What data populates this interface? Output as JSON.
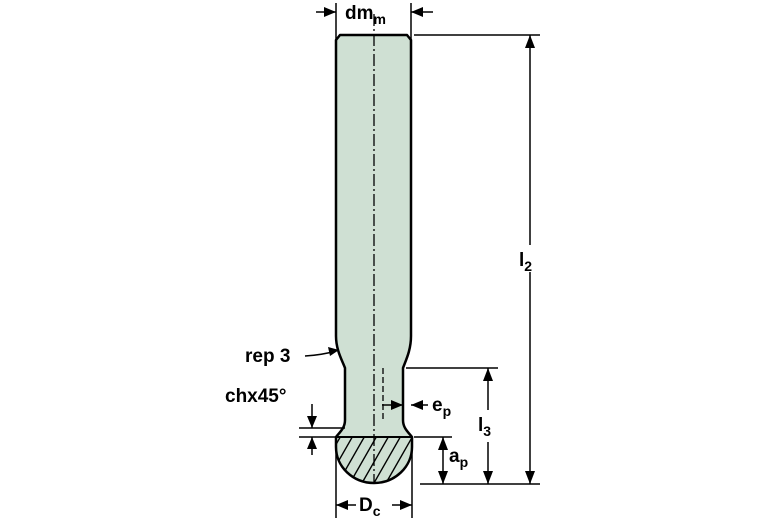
{
  "colors": {
    "tool_fill": "#cfe0d3",
    "line": "#000000",
    "background": "#ffffff"
  },
  "labels": {
    "dm": {
      "main": "dm",
      "sub": "m"
    },
    "l2": {
      "main": "l",
      "sub": "2"
    },
    "rep": "rep 3",
    "chx": "chx45°",
    "ep": {
      "main": "e",
      "sub": "p"
    },
    "l3": {
      "main": "l",
      "sub": "3"
    },
    "ap": {
      "main": "a",
      "sub": "p"
    },
    "dc": {
      "main": "D",
      "sub": "c"
    }
  }
}
